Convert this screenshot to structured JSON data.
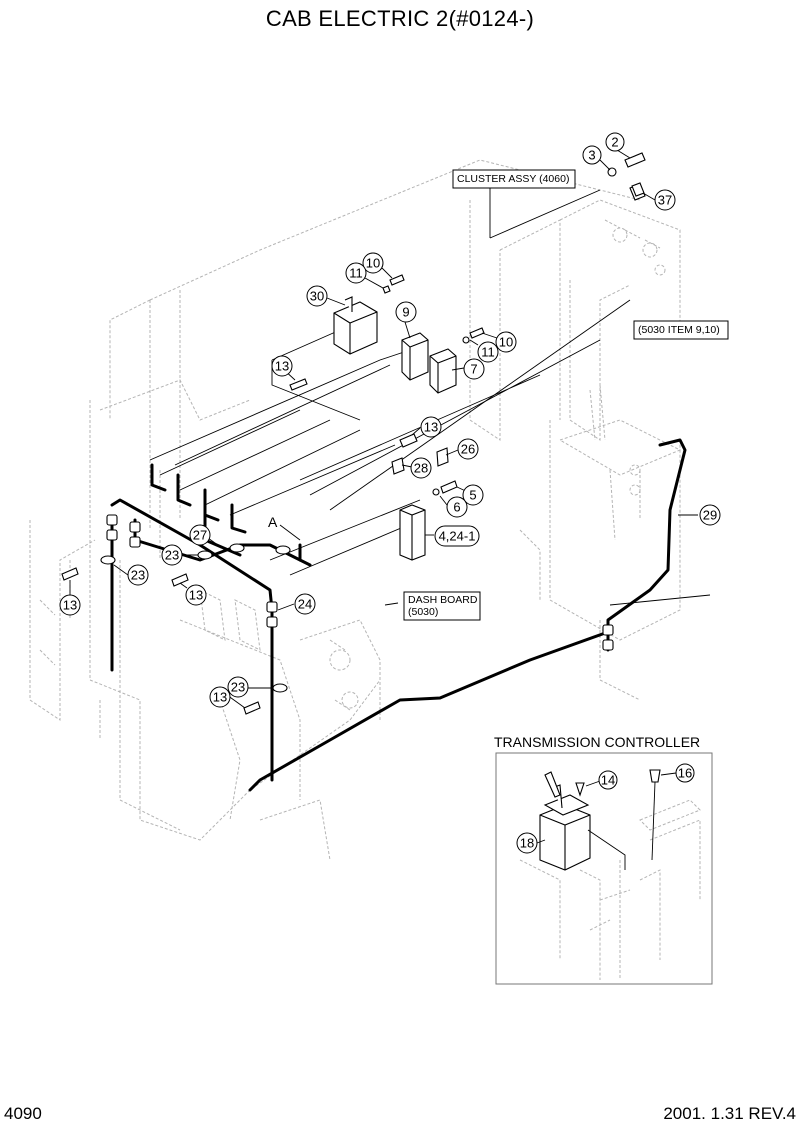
{
  "title": "CAB ELECTRIC 2(#0124-)",
  "page_number": "4090",
  "revision": "2001. 1.31 REV.4",
  "callouts": {
    "c2": "2",
    "c3": "3",
    "c37": "37",
    "c10a": "10",
    "c11a": "11",
    "c30": "30",
    "c9": "9",
    "c11b": "11",
    "c10b": "10",
    "c7": "7",
    "c13a": "13",
    "c13b": "13",
    "c26": "26",
    "c28": "28",
    "c5": "5",
    "c6": "6",
    "c424": "4,24-1",
    "c29": "29",
    "cA": "A",
    "c27": "27",
    "c23a": "23",
    "c23b": "23",
    "c13c": "13",
    "c13d": "13",
    "c24": "24",
    "c23c": "23",
    "c13e": "13",
    "c14": "14",
    "c16": "16",
    "c18": "18"
  },
  "labels": {
    "cluster_assy": "CLUSTER ASSY (4060)",
    "item_ref": "(5030 ITEM 9,10)",
    "dash_board_line1": "DASH BOARD",
    "dash_board_line2": "(5030)",
    "transmission_controller": "TRANSMISSION CONTROLLER"
  }
}
